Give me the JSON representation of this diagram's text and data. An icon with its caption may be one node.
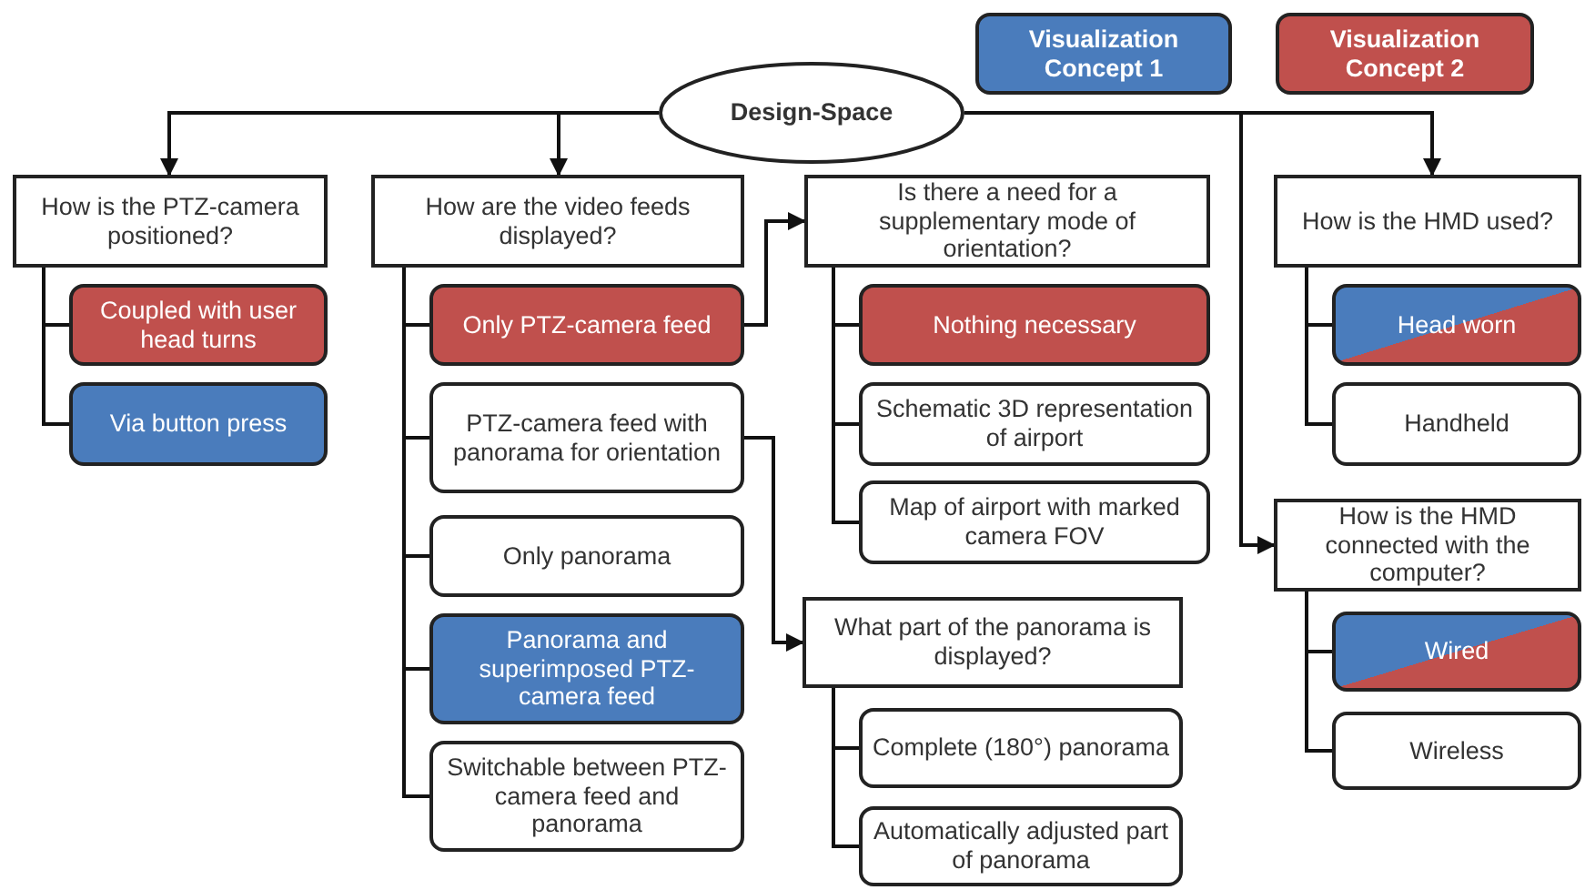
{
  "diagram": {
    "nodes": [
      {
        "text": [
          "Visualization Concept 1"
        ]
      },
      {
        "text": [
          "Visualization Concept 2"
        ]
      },
      {
        "text": [
          "Design-Space"
        ]
      },
      {
        "text": [
          "How is the PTZ-camera positioned?"
        ]
      },
      {
        "text": [
          "Coupled with user head turns"
        ]
      },
      {
        "text": [
          "Via button press"
        ]
      },
      {
        "text": [
          "How are the video feeds displayed?"
        ]
      },
      {
        "text": [
          "Only PTZ-camera feed"
        ]
      },
      {
        "text": [
          "PTZ-camera feed with panorama for orientation"
        ]
      },
      {
        "text": [
          "Only panorama"
        ]
      },
      {
        "text": [
          "Panorama and superimposed PTZ-camera feed"
        ]
      },
      {
        "text": [
          "Switchable between PTZ-camera feed and panorama"
        ]
      },
      {
        "text": [
          "Is there a need for a supplementary mode of orientation?"
        ]
      },
      {
        "text": [
          "Nothing necessary"
        ]
      },
      {
        "text": [
          "Schematic 3D representation of airport"
        ]
      },
      {
        "text": [
          "Map of airport with marked camera FOV"
        ]
      },
      {
        "text": [
          "What part of the panorama is displayed?"
        ]
      },
      {
        "text": [
          "Complete (180°) panorama"
        ]
      },
      {
        "text": [
          "Automatically adjusted part of panorama"
        ]
      },
      {
        "text": [
          "How is the HMD used?"
        ]
      },
      {
        "text": [
          "Head worn"
        ]
      },
      {
        "text": [
          "Handheld"
        ]
      },
      {
        "text": [
          "How is the HMD connected with the computer?"
        ]
      },
      {
        "text": [
          "Wired"
        ]
      },
      {
        "text": [
          "Wireless"
        ]
      }
    ],
    "edges": [
      {
        "from": 2,
        "to": 3,
        "arrow": "to"
      },
      {
        "from": 2,
        "to": 6,
        "arrow": "to"
      },
      {
        "from": 2,
        "to": 19,
        "arrow": "to"
      },
      {
        "from": 2,
        "to": 22,
        "arrow": "to"
      },
      {
        "from": 3,
        "to": 4,
        "arrow": "none"
      },
      {
        "from": 3,
        "to": 5,
        "arrow": "none"
      },
      {
        "from": 6,
        "to": 7,
        "arrow": "none"
      },
      {
        "from": 6,
        "to": 8,
        "arrow": "none"
      },
      {
        "from": 6,
        "to": 9,
        "arrow": "none"
      },
      {
        "from": 6,
        "to": 10,
        "arrow": "none"
      },
      {
        "from": 6,
        "to": 11,
        "arrow": "none"
      },
      {
        "from": 7,
        "to": 12,
        "arrow": "to"
      },
      {
        "from": 8,
        "to": 16,
        "arrow": "to"
      },
      {
        "from": 12,
        "to": 13,
        "arrow": "none"
      },
      {
        "from": 12,
        "to": 14,
        "arrow": "none"
      },
      {
        "from": 12,
        "to": 15,
        "arrow": "none"
      },
      {
        "from": 16,
        "to": 17,
        "arrow": "none"
      },
      {
        "from": 16,
        "to": 18,
        "arrow": "none"
      },
      {
        "from": 19,
        "to": 20,
        "arrow": "none"
      },
      {
        "from": 19,
        "to": 21,
        "arrow": "none"
      },
      {
        "from": 22,
        "to": 23,
        "arrow": "none"
      },
      {
        "from": 22,
        "to": 24,
        "arrow": "none"
      }
    ]
  }
}
